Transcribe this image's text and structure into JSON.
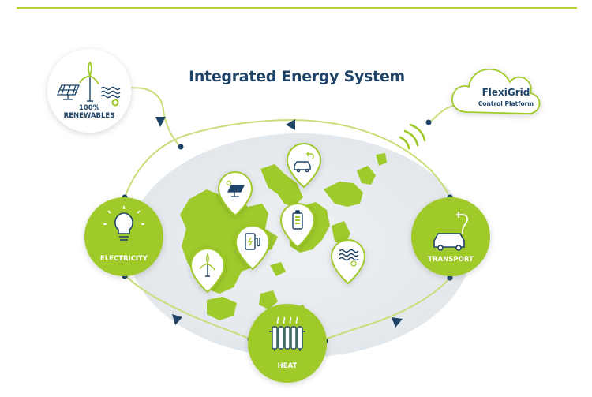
{
  "title": "Integrated Energy System",
  "renewables": {
    "line1": "100%",
    "line2": "RENEWABLES"
  },
  "cloud": {
    "title": "FlexiGrid",
    "subtitle": "Control Platform"
  },
  "nodes": {
    "electricity": "ELECTRICITY",
    "transport": "TRANSPORT",
    "heat": "HEAT"
  },
  "colors": {
    "accent": "#b5d334",
    "node_fill": "#9fca2b",
    "navy": "#1f4468",
    "line": "#c9de7a"
  },
  "icons": [
    "solar-panel-icon",
    "wind-turbine-icon",
    "water-waves-icon",
    "light-bulb-icon",
    "car-charging-icon",
    "radiator-icon",
    "battery-icon",
    "ev-charger-icon",
    "signal-waves-icon"
  ]
}
